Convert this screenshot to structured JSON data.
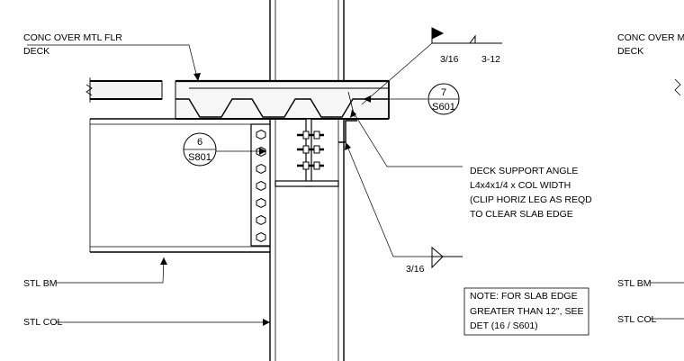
{
  "labels": {
    "conc_deck_line1": "CONC OVER MTL FLR",
    "conc_deck_line2": "DECK",
    "weld_top": "3/16",
    "weld_top_spacing": "3-12",
    "deck_angle_1": "DECK SUPPORT ANGLE",
    "deck_angle_2": "L4x4x1/4 x COL WIDTH",
    "deck_angle_3": "(CLIP HORIZ LEG AS REQD",
    "deck_angle_4": "TO CLEAR SLAB EDGE",
    "weld_bottom": "3/16",
    "stl_bm": "STL BM",
    "stl_col": "STL COL",
    "note_1": "NOTE: FOR SLAB EDGE",
    "note_2": "GREATER THAN 12\", SEE",
    "note_3": "DET (16 / S601)",
    "right_conc_line1": "CONC OVER MTL",
    "right_conc_line2": "DECK",
    "right_stl_bm": "STL BM",
    "right_stl_col": "STL COL"
  },
  "callouts": {
    "detail_a_num": "7",
    "detail_a_sheet": "S601",
    "detail_b_num": "6",
    "detail_b_sheet": "S801"
  }
}
